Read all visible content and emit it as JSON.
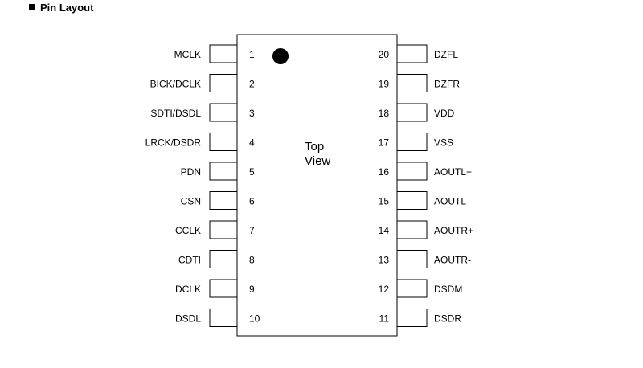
{
  "heading": {
    "bullet_icon": "black-square-icon",
    "title": "Pin Layout"
  },
  "chip": {
    "center_label_line1": "Top",
    "center_label_line2": "View",
    "orientation_mark": "pin-1-dot-icon",
    "left_pins": [
      {
        "number": "1",
        "name": "MCLK"
      },
      {
        "number": "2",
        "name": "BICK/DCLK"
      },
      {
        "number": "3",
        "name": "SDTI/DSDL"
      },
      {
        "number": "4",
        "name": "LRCK/DSDR"
      },
      {
        "number": "5",
        "name": "PDN"
      },
      {
        "number": "6",
        "name": "CSN"
      },
      {
        "number": "7",
        "name": "CCLK"
      },
      {
        "number": "8",
        "name": "CDTI"
      },
      {
        "number": "9",
        "name": "DCLK"
      },
      {
        "number": "10",
        "name": "DSDL"
      }
    ],
    "right_pins": [
      {
        "number": "20",
        "name": "DZFL"
      },
      {
        "number": "19",
        "name": "DZFR"
      },
      {
        "number": "18",
        "name": "VDD"
      },
      {
        "number": "17",
        "name": "VSS"
      },
      {
        "number": "16",
        "name": "AOUTL+"
      },
      {
        "number": "15",
        "name": "AOUTL-"
      },
      {
        "number": "14",
        "name": "AOUTR+"
      },
      {
        "number": "13",
        "name": "AOUTR-"
      },
      {
        "number": "12",
        "name": "DSDM"
      },
      {
        "number": "11",
        "name": "DSDR"
      }
    ]
  }
}
